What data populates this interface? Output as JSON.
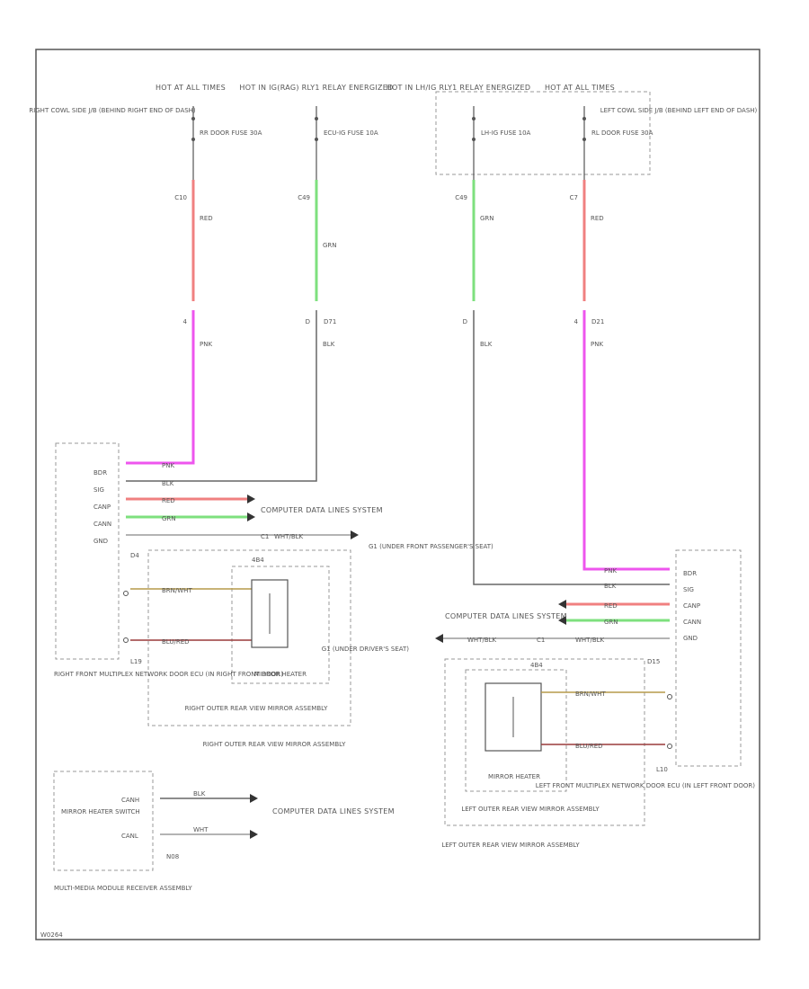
{
  "colors": {
    "red": "#f08080",
    "green": "#7ee07e",
    "pink": "#ee55ee",
    "black": "#666666",
    "frame": "#555555"
  },
  "labels": {
    "hot_at_all_times_right": "HOT AT ALL TIMES",
    "hot_ig_right": "HOT IN IG(RAG) RLY1 RELAY ENERGIZED",
    "hot_ig_left": "HOT IN LH/IG RLY1 RELAY ENERGIZED",
    "hot_at_all_times_left": "HOT AT ALL TIMES",
    "right_jb": "RIGHT COWL SIDE J/B (BEHIND RIGHT END OF DASH)",
    "left_jb": "LEFT COWL SIDE J/B (BEHIND LEFT END OF DASH)",
    "fuse_rr_door": "RR DOOR FUSE 30A",
    "fuse_ecu_ig": "ECU-IG FUSE 10A",
    "fuse_lh_ig": "LH-IG FUSE 10A",
    "fuse_rl_door": "RL DOOR FUSE 30A",
    "conn_c10": "C10",
    "conn_c49_r": "C49",
    "conn_c49_l": "C49",
    "conn_c7": "C7",
    "wire_red_1": "RED",
    "wire_grn_1": "GRN",
    "wire_grn_2": "GRN",
    "wire_red_2": "RED",
    "conn_4_r": "4",
    "conn_d_r": "D",
    "conn_d1_r": "D71",
    "conn_d_l": "D",
    "conn_4_l": "4",
    "conn_d1_l": "D21",
    "wire_pnk_1": "PNK",
    "wire_blk_1": "BLK",
    "wire_blk_2": "BLK",
    "wire_pnk_2": "PNK",
    "right_pins": [
      "BDR",
      "SIG",
      "CANP",
      "CANN",
      "GND"
    ],
    "left_pins": [
      "BDR",
      "SIG",
      "CANP",
      "CANN",
      "GND"
    ],
    "rw_pnk": "PNK",
    "rw_blk": "BLK",
    "rw_red": "RED",
    "rw_grn": "GRN",
    "rw_wht": "WHT/BLK",
    "rw_wht2": "WHT/BLK",
    "cds_right": "COMPUTER DATA LINES SYSTEM",
    "cds_left": "COMPUTER DATA LINES SYSTEM",
    "g1_right": "G1 (UNDER FRONT PASSENGER'S SEAT)",
    "g1_left": "G1 (UNDER DRIVER'S SEAT)",
    "g1_conn": "C1",
    "g1_conn_l": "C1",
    "conn_d4": "D4",
    "conn_l19": "L19",
    "conn_d15": "D15",
    "conn_l10": "L10",
    "rw_brn": "BRN/WHT",
    "rw_blu": "BLU/RED",
    "lw_brn": "BRN/WHT",
    "lw_blu": "BLU/RED",
    "heater_r": "MIRROR HEATER",
    "heater_l": "MIRROR HEATER",
    "mirror_r": "RIGHT OUTER REAR VIEW MIRROR ASSEMBLY",
    "mirror_l": "LEFT OUTER REAR VIEW MIRROR ASSEMBLY",
    "mirror_r_inner": "RIGHT OUTER REAR VIEW MIRROR ASSEMBLY",
    "mirror_l_inner": "LEFT OUTER REAR VIEW MIRROR ASSEMBLY",
    "conn_4b4": "4B4",
    "conn_4b4_l": "4B4",
    "ecu_right": "RIGHT FRONT MULTIPLEX NETWORK DOOR ECU (IN RIGHT FRONT DOOR)",
    "ecu_left": "LEFT FRONT MULTIPLEX NETWORK DOOR ECU (IN LEFT FRONT DOOR)",
    "mhs_label": "MIRROR HEATER SWITCH",
    "mhs_pin1": "CANH",
    "mhs_pin2": "CANL",
    "mhs_w1": "BLK",
    "mhs_w2": "WHT",
    "mhs_conn": "N08",
    "cds_bottom": "COMPUTER DATA LINES SYSTEM",
    "mm_label": "MULTI-MEDIA MODULE RECEIVER ASSEMBLY",
    "footer": "W0264"
  }
}
